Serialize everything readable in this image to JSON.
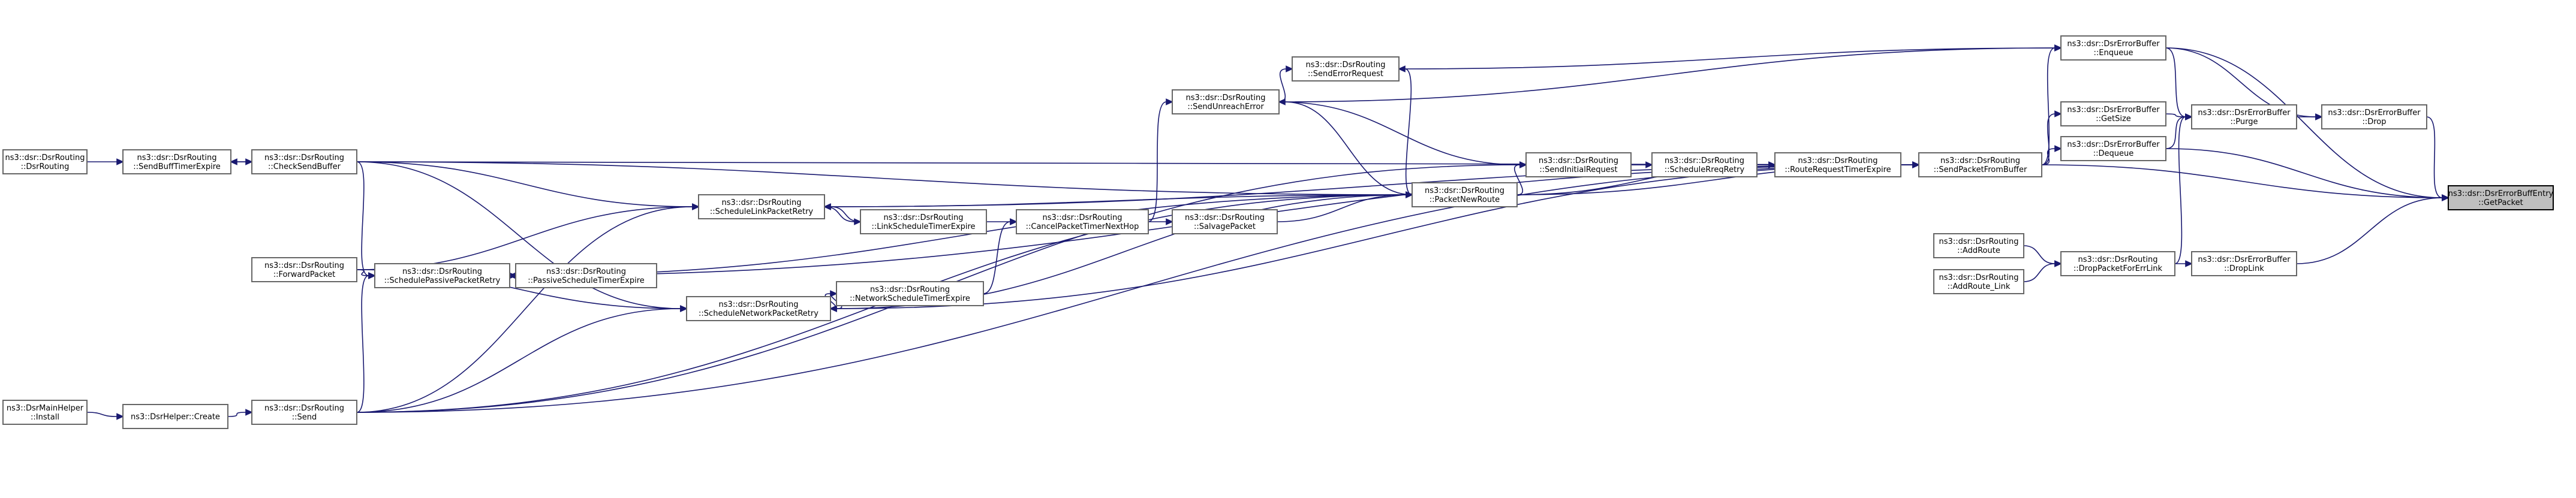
{
  "focus_node": "getpacket",
  "nodes": [
    {
      "id": "getpacket",
      "lines": [
        "ns3::dsr::DsrErrorBuffEntry",
        "::GetPacket"
      ]
    },
    {
      "id": "enqueue",
      "lines": [
        "ns3::dsr::DsrErrorBuffer",
        "::Enqueue"
      ]
    },
    {
      "id": "drop",
      "lines": [
        "ns3::dsr::DsrErrorBuffer",
        "::Drop"
      ]
    },
    {
      "id": "getsize",
      "lines": [
        "ns3::dsr::DsrErrorBuffer",
        "::GetSize"
      ]
    },
    {
      "id": "purge",
      "lines": [
        "ns3::dsr::DsrErrorBuffer",
        "::Purge"
      ]
    },
    {
      "id": "dequeue",
      "lines": [
        "ns3::dsr::DsrErrorBuffer",
        "::Dequeue"
      ]
    },
    {
      "id": "droplink",
      "lines": [
        "ns3::dsr::DsrErrorBuffer",
        "::DropLink"
      ]
    },
    {
      "id": "droppacketforerrlink",
      "lines": [
        "ns3::dsr::DsrRouting",
        "::DropPacketForErrLink"
      ]
    },
    {
      "id": "addroute",
      "lines": [
        "ns3::dsr::DsrRouting",
        "::AddRoute"
      ]
    },
    {
      "id": "addroute_link",
      "lines": [
        "ns3::dsr::DsrRouting",
        "::AddRoute_Link"
      ]
    },
    {
      "id": "sendpacketfrombuffer",
      "lines": [
        "ns3::dsr::DsrRouting",
        "::SendPacketFromBuffer"
      ]
    },
    {
      "id": "sendunreacherror",
      "lines": [
        "ns3::dsr::DsrRouting",
        "::SendUnreachError"
      ]
    },
    {
      "id": "senderrorrequest",
      "lines": [
        "ns3::dsr::DsrRouting",
        "::SendErrorRequest"
      ]
    },
    {
      "id": "routerequesttimerexpire",
      "lines": [
        "ns3::dsr::DsrRouting",
        "::RouteRequestTimerExpire"
      ]
    },
    {
      "id": "scheduleRreqretry",
      "lines": [
        "ns3::dsr::DsrRouting",
        "::ScheduleRreqRetry"
      ]
    },
    {
      "id": "sendinitialrequest",
      "lines": [
        "ns3::dsr::DsrRouting",
        "::SendInitialRequest"
      ]
    },
    {
      "id": "packetnewroute",
      "lines": [
        "ns3::dsr::DsrRouting",
        "::PacketNewRoute"
      ]
    },
    {
      "id": "salvagepacket",
      "lines": [
        "ns3::dsr::DsrRouting",
        "::SalvagePacket"
      ]
    },
    {
      "id": "cancelpackettimernexthop",
      "lines": [
        "ns3::dsr::DsrRouting",
        "::CancelPacketTimerNextHop"
      ]
    },
    {
      "id": "linkscheduletimerexpire",
      "lines": [
        "ns3::dsr::DsrRouting",
        "::LinkScheduleTimerExpire"
      ]
    },
    {
      "id": "networkscheduletimerexpire",
      "lines": [
        "ns3::dsr::DsrRouting",
        "::NetworkScheduleTimerExpire"
      ]
    },
    {
      "id": "schedulelinkpacketretry",
      "lines": [
        "ns3::dsr::DsrRouting",
        "::ScheduleLinkPacketRetry"
      ]
    },
    {
      "id": "passivescheduletimerexpire",
      "lines": [
        "ns3::dsr::DsrRouting",
        "::PassiveScheduleTimerExpire"
      ]
    },
    {
      "id": "schedulepassivepacketretry",
      "lines": [
        "ns3::dsr::DsrRouting",
        "::SchedulePassivePacketRetry"
      ]
    },
    {
      "id": "schedulenetworkpacketretry",
      "lines": [
        "ns3::dsr::DsrRouting",
        "::ScheduleNetworkPacketRetry"
      ]
    },
    {
      "id": "checksendbuffer",
      "lines": [
        "ns3::dsr::DsrRouting",
        "::CheckSendBuffer"
      ]
    },
    {
      "id": "forwardpacket",
      "lines": [
        "ns3::dsr::DsrRouting",
        "::ForwardPacket"
      ]
    },
    {
      "id": "send",
      "lines": [
        "ns3::dsr::DsrRouting",
        "::Send"
      ]
    },
    {
      "id": "sendbufftimerexpire",
      "lines": [
        "ns3::dsr::DsrRouting",
        "::SendBuffTimerExpire"
      ]
    },
    {
      "id": "dsrrouting",
      "lines": [
        "ns3::dsr::DsrRouting",
        "::DsrRouting"
      ]
    },
    {
      "id": "create",
      "lines": [
        "ns3::DsrHelper::Create"
      ]
    },
    {
      "id": "install",
      "lines": [
        "ns3::DsrMainHelper",
        "::Install"
      ]
    }
  ],
  "edges": [
    {
      "from": "enqueue",
      "to": "getpacket"
    },
    {
      "from": "drop",
      "to": "getpacket"
    },
    {
      "from": "dequeue",
      "to": "getpacket"
    },
    {
      "from": "droplink",
      "to": "getpacket"
    },
    {
      "from": "sendpacketfrombuffer",
      "to": "getpacket"
    },
    {
      "from": "purge",
      "to": "drop"
    },
    {
      "from": "enqueue",
      "to": "drop"
    },
    {
      "from": "getsize",
      "to": "purge"
    },
    {
      "from": "enqueue",
      "to": "purge"
    },
    {
      "from": "dequeue",
      "to": "purge"
    },
    {
      "from": "droppacketforerrlink",
      "to": "purge"
    },
    {
      "from": "droppacketforerrlink",
      "to": "droplink"
    },
    {
      "from": "addroute",
      "to": "droppacketforerrlink"
    },
    {
      "from": "addroute_link",
      "to": "droppacketforerrlink"
    },
    {
      "from": "sendpacketfrombuffer",
      "to": "enqueue"
    },
    {
      "from": "sendpacketfrombuffer",
      "to": "getsize"
    },
    {
      "from": "sendpacketfrombuffer",
      "to": "dequeue"
    },
    {
      "from": "senderrorrequest",
      "to": "enqueue"
    },
    {
      "from": "sendunreacherror",
      "to": "enqueue"
    },
    {
      "from": "sendunreacherror",
      "to": "senderrorrequest"
    },
    {
      "from": "routerequesttimerexpire",
      "to": "sendpacketfrombuffer"
    },
    {
      "from": "sendinitialrequest",
      "to": "sendpacketfrombuffer"
    },
    {
      "from": "packetnewroute",
      "to": "sendpacketfrombuffer"
    },
    {
      "from": "scheduleRreqretry",
      "to": "routerequesttimerexpire"
    },
    {
      "from": "sendinitialrequest",
      "to": "scheduleRreqretry"
    },
    {
      "from": "packetnewroute",
      "to": "sendinitialrequest"
    },
    {
      "from": "sendunreacherror",
      "to": "sendinitialrequest"
    },
    {
      "from": "packetnewroute",
      "to": "sendunreacherror"
    },
    {
      "from": "packetnewroute",
      "to": "senderrorrequest"
    },
    {
      "from": "packetnewroute",
      "to": "routerequesttimerexpire"
    },
    {
      "from": "salvagepacket",
      "to": "packetnewroute"
    },
    {
      "from": "schedulelinkpacketretry",
      "to": "packetnewroute"
    },
    {
      "from": "cancelpackettimernexthop",
      "to": "salvagepacket"
    },
    {
      "from": "cancelpackettimernexthop",
      "to": "sendunreacherror"
    },
    {
      "from": "linkscheduletimerexpire",
      "to": "cancelpackettimernexthop"
    },
    {
      "from": "networkscheduletimerexpire",
      "to": "cancelpackettimernexthop"
    },
    {
      "from": "schedulelinkpacketretry",
      "to": "linkscheduletimerexpire"
    },
    {
      "from": "linkscheduletimerexpire",
      "to": "schedulelinkpacketretry"
    },
    {
      "from": "schedulenetworkpacketretry",
      "to": "networkscheduletimerexpire"
    },
    {
      "from": "networkscheduletimerexpire",
      "to": "schedulenetworkpacketretry"
    },
    {
      "from": "schedulepassivepacketretry",
      "to": "passivescheduletimerexpire"
    },
    {
      "from": "passivescheduletimerexpire",
      "to": "schedulepassivepacketretry"
    },
    {
      "from": "sendpacketfrombuffer",
      "to": "schedulelinkpacketretry"
    },
    {
      "from": "packetnewroute",
      "to": "schedulepassivepacketretry"
    },
    {
      "from": "packetnewroute",
      "to": "schedulenetworkpacketretry"
    },
    {
      "from": "sendpacketfrombuffer",
      "to": "schedulenetworkpacketretry"
    },
    {
      "from": "sendpacketfrombuffer",
      "to": "schedulepassivepacketretry"
    },
    {
      "from": "checksendbuffer",
      "to": "packetnewroute"
    },
    {
      "from": "checksendbuffer",
      "to": "sendpacketfrombuffer"
    },
    {
      "from": "checksendbuffer",
      "to": "schedulelinkpacketretry"
    },
    {
      "from": "checksendbuffer",
      "to": "schedulepassivepacketretry"
    },
    {
      "from": "checksendbuffer",
      "to": "schedulenetworkpacketretry"
    },
    {
      "from": "forwardpacket",
      "to": "schedulelinkpacketretry"
    },
    {
      "from": "forwardpacket",
      "to": "schedulepassivepacketretry"
    },
    {
      "from": "forwardpacket",
      "to": "schedulenetworkpacketretry"
    },
    {
      "from": "send",
      "to": "schedulelinkpacketretry"
    },
    {
      "from": "send",
      "to": "schedulepassivepacketretry"
    },
    {
      "from": "send",
      "to": "schedulenetworkpacketretry"
    },
    {
      "from": "send",
      "to": "packetnewroute"
    },
    {
      "from": "send",
      "to": "sendpacketfrombuffer"
    },
    {
      "from": "send",
      "to": "sendinitialrequest"
    },
    {
      "from": "sendbufftimerexpire",
      "to": "checksendbuffer"
    },
    {
      "from": "checksendbuffer",
      "to": "sendbufftimerexpire"
    },
    {
      "from": "dsrrouting",
      "to": "sendbufftimerexpire"
    },
    {
      "from": "create",
      "to": "send"
    },
    {
      "from": "install",
      "to": "create"
    }
  ]
}
